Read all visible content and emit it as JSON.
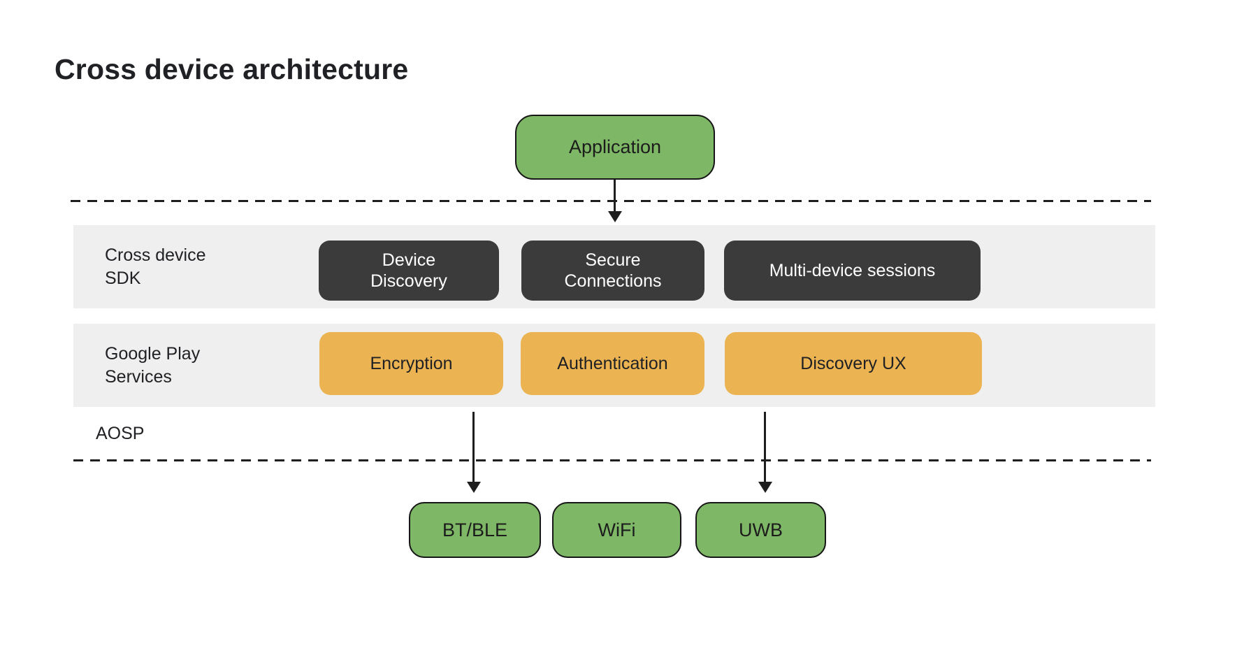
{
  "title": "Cross device architecture",
  "application": {
    "label": "Application"
  },
  "sdk_layer": {
    "label": "Cross device\nSDK",
    "boxes": [
      {
        "label": "Device\nDiscovery"
      },
      {
        "label": "Secure\nConnections"
      },
      {
        "label": "Multi-device sessions"
      }
    ]
  },
  "gms_layer": {
    "label": "Google Play\nServices",
    "boxes": [
      {
        "label": "Encryption"
      },
      {
        "label": "Authentication"
      },
      {
        "label": "Discovery UX"
      }
    ]
  },
  "aosp_label": "AOSP",
  "transports": [
    {
      "label": "BT/BLE"
    },
    {
      "label": "WiFi"
    },
    {
      "label": "UWB"
    }
  ],
  "colors": {
    "node_green": "#7EB766",
    "node_dark": "#3C3B3B",
    "node_orange": "#EBB351",
    "band_gray": "#EFEFEF",
    "line_black": "#1E1E1E",
    "text_dark": "#202124",
    "text_light": "#FFFFFF"
  }
}
